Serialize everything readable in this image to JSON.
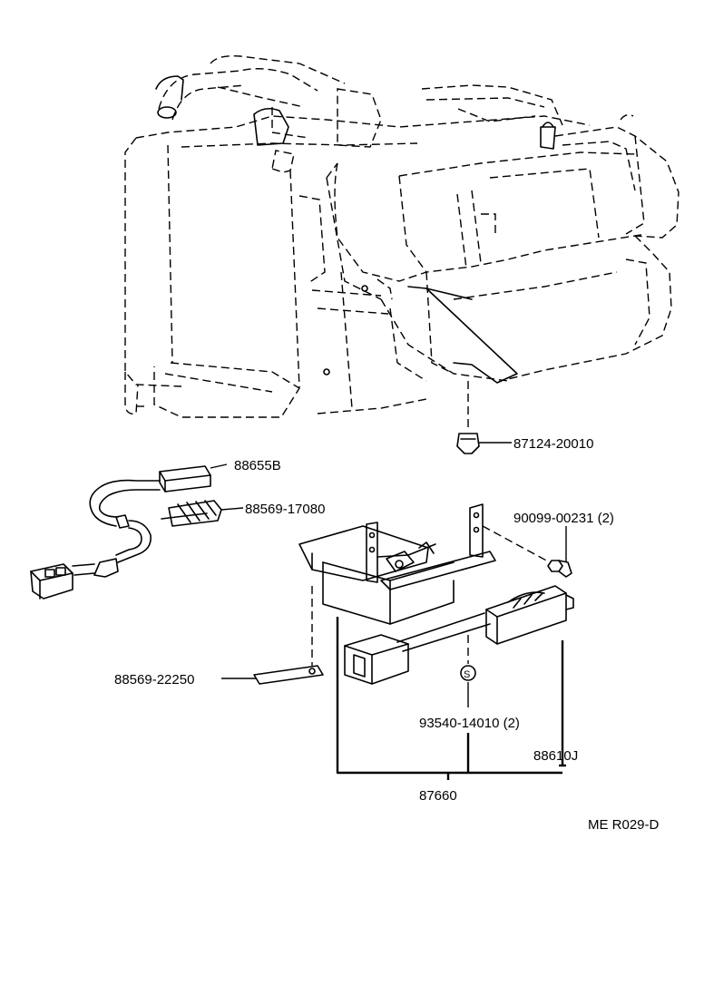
{
  "parts": {
    "p87124": "87124-20010",
    "p88655": "88655B",
    "p88569a": "88569-17080",
    "p90099": "90099-00231 (2)",
    "p88569b": "88569-22250",
    "p93540": "93540-14010 (2)",
    "p88610": "88610J",
    "p87660": "87660"
  },
  "screw_mark": "S",
  "diagram_code": "ME R029-D"
}
